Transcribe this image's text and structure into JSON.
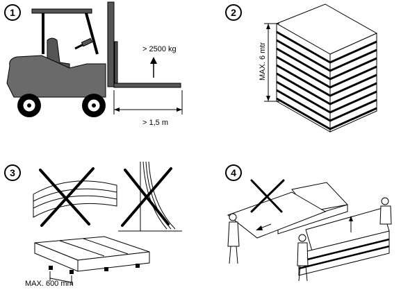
{
  "panels": [
    {
      "step": "1",
      "labels": {
        "weight": "> 2500 kg",
        "fork_length": "> 1,5 m"
      }
    },
    {
      "step": "2",
      "labels": {
        "max_height": "MAX. 6 mtr"
      }
    },
    {
      "step": "3",
      "labels": {
        "max_spacing": "MAX. 600 mm"
      }
    },
    {
      "step": "4"
    }
  ]
}
